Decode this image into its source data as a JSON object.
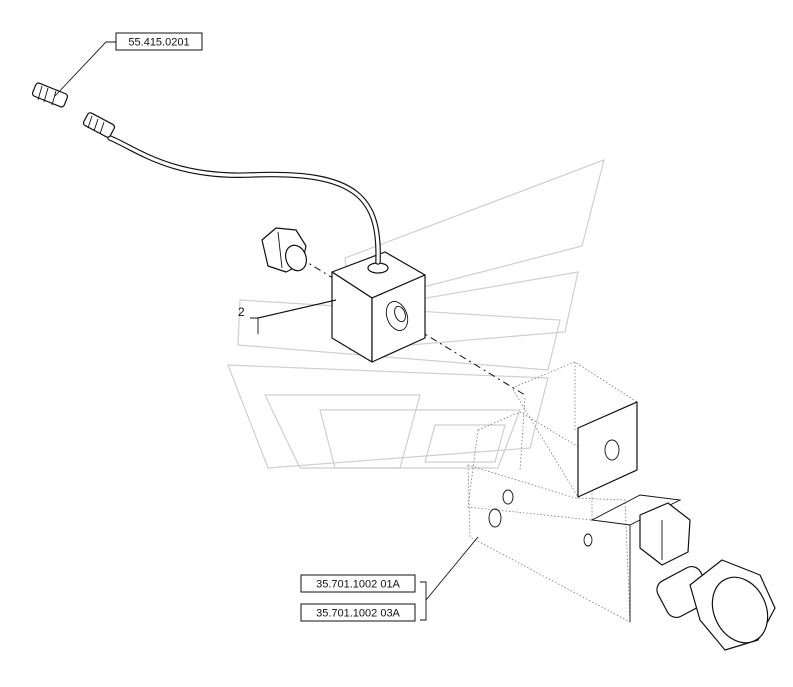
{
  "callouts": {
    "item_2": "2"
  },
  "references": {
    "connector_ref": "55.415.0201",
    "valve_ref_1": "35.701.1002 01A",
    "valve_ref_2": "35.701.1002 03A"
  }
}
